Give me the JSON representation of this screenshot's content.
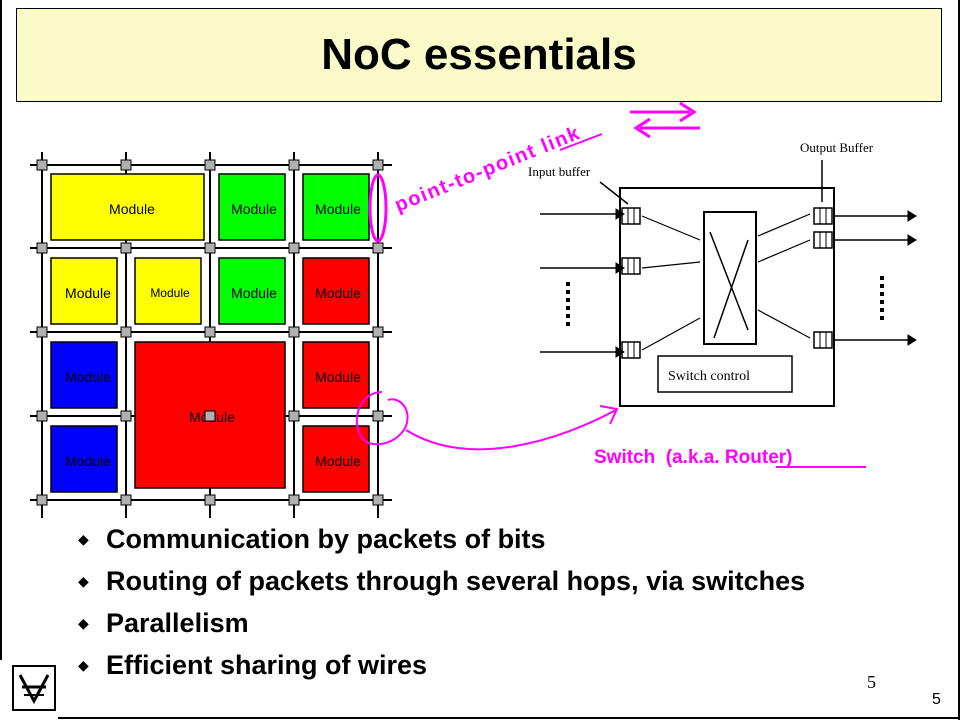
{
  "slide": {
    "title": "NoC essentials",
    "page_number": "5",
    "footer_number": "5"
  },
  "mesh": {
    "module_label": "Module",
    "colors": {
      "yellow": "#ffff00",
      "green": "#00ff00",
      "red": "#ff0000",
      "blue": "#0000ff"
    }
  },
  "annotations": {
    "link_label": "point-to-point link",
    "switch_label": "Switch  (a.k.a. Router)",
    "accent": "#ff00ff"
  },
  "switch_diagram": {
    "input_buffer_label": "Input buffer",
    "output_buffer_label": "Output Buffer",
    "switch_control_label": "Switch control"
  },
  "bullets": [
    "Communication by packets of bits",
    "Routing of packets through several hops, via switches",
    "Parallelism",
    "Efficient sharing of wires"
  ]
}
